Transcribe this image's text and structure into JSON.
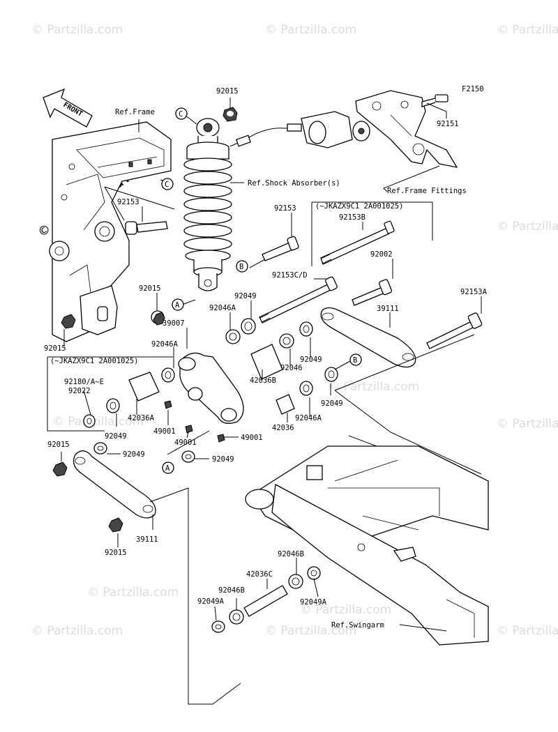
{
  "figure_code": "F2150",
  "front_label": "FRONT",
  "watermark": "© Partzilla.com",
  "references": {
    "frame": "Ref.Frame",
    "shock": "Ref.Shock Absorber(s)",
    "frame_fittings": "Ref.Frame Fittings",
    "swingarm": "Ref.Swingarm"
  },
  "serial_note": "(~JKAZX9C1 2A001025)",
  "callout_letters": [
    "A",
    "B",
    "C"
  ],
  "part_numbers": [
    "92015",
    "92151",
    "92153",
    "92153B",
    "92002",
    "92153C/D",
    "92153A",
    "92049",
    "92046A",
    "39007",
    "39111",
    "92046",
    "42036B",
    "42036",
    "42036A",
    "92180/A~E",
    "92022",
    "49001",
    "92046B",
    "42036C",
    "92049A"
  ]
}
